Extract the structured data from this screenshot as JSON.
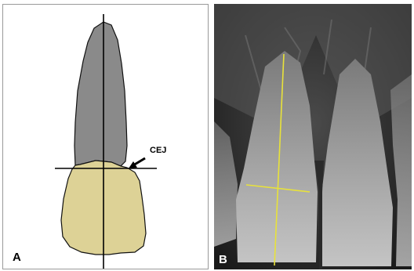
{
  "panel_a": {
    "letter": "A",
    "cej_label": "CEJ",
    "root_color": "#8a8a8a",
    "crown_color": "#ddd296"
  },
  "panel_b": {
    "letter": "B",
    "axis_color": "#e8e23a"
  }
}
